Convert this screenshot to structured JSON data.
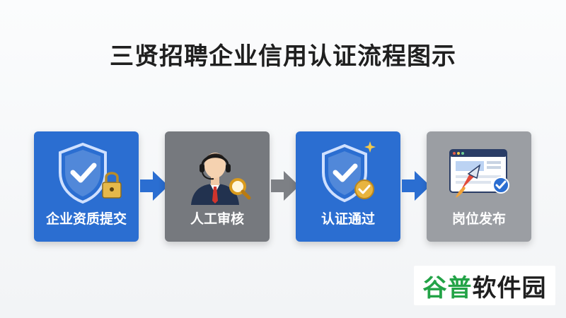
{
  "title": "三贤招聘企业信用认证流程图示",
  "steps": [
    {
      "label": "企业资质提交",
      "icon": "shield-lock-icon",
      "bg": "#2b6ed1"
    },
    {
      "label": "人工审核",
      "icon": "agent-magnifier-icon",
      "bg": "#76797e"
    },
    {
      "label": "认证通过",
      "icon": "shield-check-badge-icon",
      "bg": "#2b6ed1"
    },
    {
      "label": "岗位发布",
      "icon": "browser-rocket-icon",
      "bg": "#9b9ea3"
    }
  ],
  "arrows": [
    {
      "color": "#2b6ed1"
    },
    {
      "color": "#7d8085"
    },
    {
      "color": "#2b6ed1"
    }
  ],
  "watermark": {
    "part1": "谷普",
    "part2": "软件园"
  }
}
